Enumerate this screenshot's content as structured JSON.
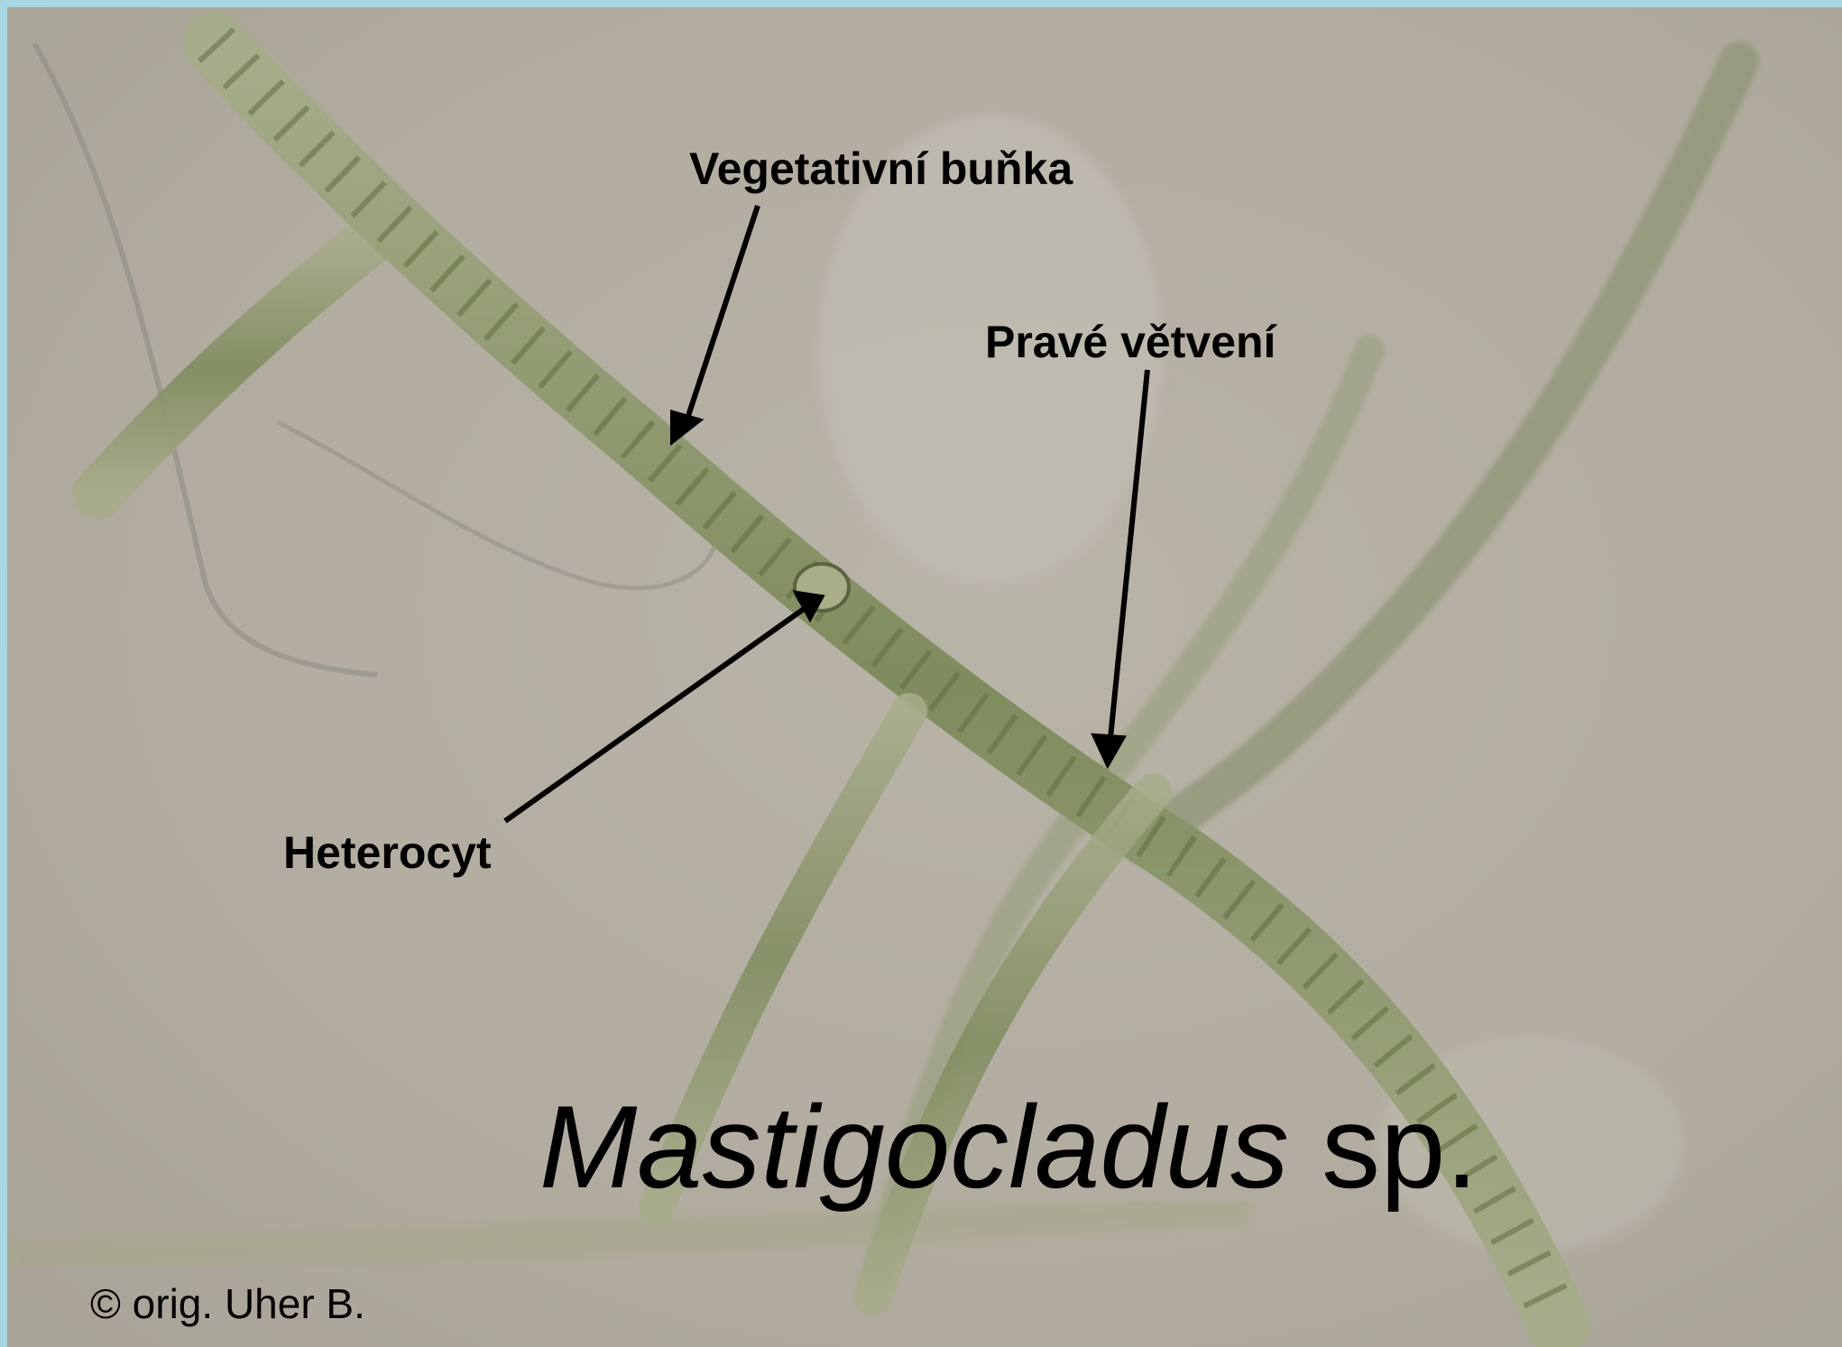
{
  "labels": {
    "vegetative_cell": "Vegetativní buňka",
    "true_branching": "Pravé větvení",
    "heterocyst": "Heterocyt"
  },
  "title": {
    "genus": "Mastigocladus",
    "suffix": " sp."
  },
  "credit": "© orig. Uher B.",
  "colors": {
    "frame": "#a9d6e3",
    "background": "#b3ada1",
    "filament": "#8f9a6e",
    "text": "#000000"
  }
}
